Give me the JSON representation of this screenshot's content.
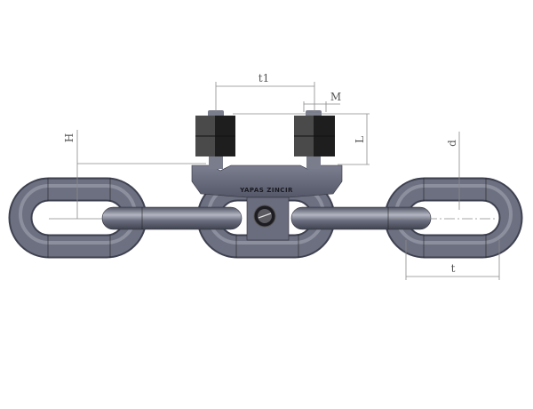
{
  "title": "Chain with clamp connector technical drawing",
  "brand_label": "YAPAS ZINCIR",
  "dimensions": {
    "t1": "t1",
    "M": "M",
    "L": "L",
    "H": "H",
    "d": "d",
    "t": "t"
  },
  "colors": {
    "chain": "#6b6e7e",
    "chain_highlight": "#a9acb8",
    "nut": "#2a2a2a",
    "dimension_line": "#8a8a8a"
  }
}
